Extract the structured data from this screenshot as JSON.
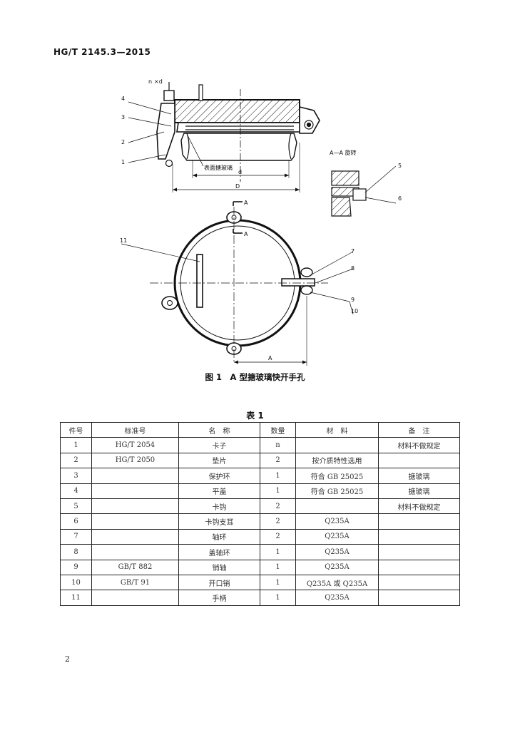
{
  "header": {
    "standard_code": "HG/T 2145.3—2015"
  },
  "figure": {
    "caption": "图 1　A 型搪玻璃快开手孔",
    "labels": {
      "bolt_spec_n": "n",
      "bolt_spec_rest": "×d",
      "dim_d": "d",
      "dim_D": "D",
      "dim_A": "A",
      "section_A": "A",
      "surface_note": "表面搪玻璃",
      "detail_title": "A—A 旋转"
    },
    "callouts": [
      "1",
      "2",
      "3",
      "4",
      "5",
      "6",
      "7",
      "8",
      "9",
      "10",
      "11"
    ]
  },
  "table": {
    "title": "表 1",
    "headers": [
      "件号",
      "标准号",
      "名　称",
      "数量",
      "材　料",
      "备　注"
    ],
    "rows": [
      [
        "1",
        "HG/T 2054",
        "卡子",
        "n",
        "",
        "材料不做规定"
      ],
      [
        "2",
        "HG/T 2050",
        "垫片",
        "2",
        "按介质特性选用",
        ""
      ],
      [
        "3",
        "",
        "保护环",
        "1",
        "符合 GB 25025",
        "搪玻璃"
      ],
      [
        "4",
        "",
        "平盖",
        "1",
        "符合 GB 25025",
        "搪玻璃"
      ],
      [
        "5",
        "",
        "卡钩",
        "2",
        "",
        "材料不做规定"
      ],
      [
        "6",
        "",
        "卡钩支耳",
        "2",
        "Q235A",
        ""
      ],
      [
        "7",
        "",
        "轴环",
        "2",
        "Q235A",
        ""
      ],
      [
        "8",
        "",
        "盖轴环",
        "1",
        "Q235A",
        ""
      ],
      [
        "9",
        "GB/T 882",
        "销轴",
        "1",
        "Q235A",
        ""
      ],
      [
        "10",
        "GB/T 91",
        "开口销",
        "1",
        "Q235A 或 Q235A",
        ""
      ],
      [
        "11",
        "",
        "手柄",
        "1",
        "Q235A",
        ""
      ]
    ]
  },
  "footer": {
    "page_number": "2"
  }
}
